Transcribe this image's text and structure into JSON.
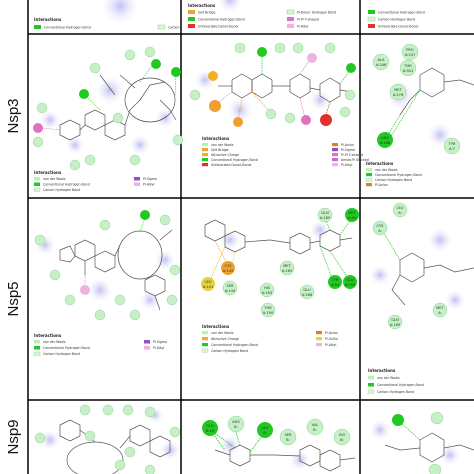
{
  "colors": {
    "vdw": "#b8f0b8",
    "conv_hbond": "#22c822",
    "carbon_hbond": "#d8f5d8",
    "salt_bridge": "#f0a030",
    "attractive_charge": "#f0b020",
    "unfavorable": "#e03030",
    "pi_sigma": "#9050c0",
    "pi_alkyl": "#f0b0e0",
    "pi_anion": "#e08020",
    "pi_sulfur": "#e8d040",
    "grid": "#000000",
    "halo": "#c8c8f0"
  },
  "rows": [
    {
      "label": "Nsp3"
    },
    {
      "label": "Nsp5"
    },
    {
      "label": "Nsp9"
    }
  ],
  "legends": {
    "top_strip": {
      "title": "Interactions",
      "items": [
        "Conventional Hydrogen Bond",
        "Carbon"
      ]
    },
    "top_middle": {
      "title": "Interactions",
      "items": [
        "Salt Bridge",
        "Conventional Hydrogen Bond",
        "Unfavorable Donor-Donor",
        "Pi-Donor Hydrogen Bond",
        "Pi-Pi T-shaped",
        "Pi-Alkyl"
      ]
    },
    "top_right": {
      "items": [
        "Conventional Hydrogen Bond",
        "Carbon Hydrogen Bond",
        "Unfavorable Donor-Donor"
      ]
    },
    "nsp3_left": {
      "title": "Interactions",
      "items": [
        "van der Waals",
        "Conventional Hydrogen Bond",
        "Carbon Hydrogen Bond",
        "Pi-Sigma",
        "Pi-Alkyl"
      ]
    },
    "nsp3_middle": {
      "title": "Interactions",
      "items": [
        "van der Waals",
        "Salt Bridge",
        "Attractive Charge",
        "Conventional Hydrogen Bond",
        "Unfavorable Donor-Donor",
        "Pi-Anion",
        "Pi-Sigma",
        "Pi-Pi T-shaped",
        "Amide-Pi Stacked",
        "Pi-Alkyl"
      ]
    },
    "nsp3_right": {
      "title": "Interactions",
      "items": [
        "van der Waals",
        "Conventional Hydrogen Bond",
        "Carbon Hydrogen Bond",
        "Pi-Anion"
      ]
    },
    "nsp5_left": {
      "title": "Interactions",
      "items": [
        "van der Waals",
        "Conventional Hydrogen Bond",
        "Carbon Hydrogen Bond",
        "Pi-Sigma",
        "Pi-Alkyl"
      ]
    },
    "nsp5_middle": {
      "title": "Interactions",
      "items": [
        "van der Waals",
        "Attractive Charge",
        "Conventional Hydrogen Bond",
        "Carbon Hydrogen Bond",
        "Pi-Anion",
        "Pi-Sulfur",
        "Pi-Alkyl"
      ]
    },
    "nsp5_right": {
      "title": "Interactions",
      "items": [
        "van der Waals",
        "Conventional Hydrogen Bond",
        "Carbon Hydrogen Bond"
      ]
    }
  },
  "residues": {
    "top_strip": [],
    "nsp3_left": [
      "",
      "",
      "",
      "",
      "",
      "",
      "",
      "",
      "",
      "",
      "",
      "",
      "",
      ""
    ],
    "nsp3_middle": [
      "",
      "",
      "",
      "",
      "",
      "",
      "",
      "",
      "",
      "",
      "",
      "",
      "",
      "",
      "",
      "",
      ""
    ],
    "nsp3_right": [
      {
        "name": "ALA",
        "num": "A:246"
      },
      {
        "name": "PRO",
        "num": "A:247"
      },
      {
        "name": "THR",
        "num": "A:301"
      },
      {
        "name": "MET",
        "num": "A:276"
      },
      {
        "name": "ARG",
        "num": "A:188"
      },
      {
        "name": "TYR",
        "num": "A:7"
      }
    ],
    "nsp5_left": [
      "",
      "",
      "",
      "",
      "",
      "",
      "",
      "",
      "",
      "",
      "",
      ""
    ],
    "nsp5_middle": [
      {
        "name": "GLN",
        "num": "A:189"
      },
      {
        "name": "MET",
        "num": "A:49"
      },
      {
        "name": "CYS",
        "num": "A:145"
      },
      {
        "name": "LEU",
        "num": "A:141"
      },
      {
        "name": "SER",
        "num": "A:144"
      },
      {
        "name": "HIS",
        "num": "A:163"
      },
      {
        "name": "MET",
        "num": "A:165"
      },
      {
        "name": "GLU",
        "num": "A:166"
      },
      {
        "name": "TYR",
        "num": "A:54"
      },
      {
        "name": "GLN",
        "num": "A:192"
      },
      {
        "name": "THR",
        "num": "A:190"
      }
    ],
    "nsp5_right": [
      {
        "name": "LEU",
        "num": "A:"
      },
      {
        "name": "CYS",
        "num": "A:"
      },
      {
        "name": "GLN",
        "num": "A:189"
      },
      {
        "name": "MET",
        "num": "A:"
      }
    ],
    "nsp9_left": [
      "",
      "",
      "",
      "",
      "",
      "",
      "",
      "",
      "",
      ""
    ],
    "nsp9_middle": [
      {
        "name": "GLN",
        "num": "B:18"
      },
      {
        "name": "ARG",
        "num": "B:"
      },
      {
        "name": "LEU",
        "num": "B:"
      },
      {
        "name": "SER",
        "num": "B:"
      },
      {
        "name": "VAL",
        "num": "B:"
      },
      {
        "name": "GLY",
        "num": "B:"
      }
    ],
    "nsp9_right": []
  }
}
